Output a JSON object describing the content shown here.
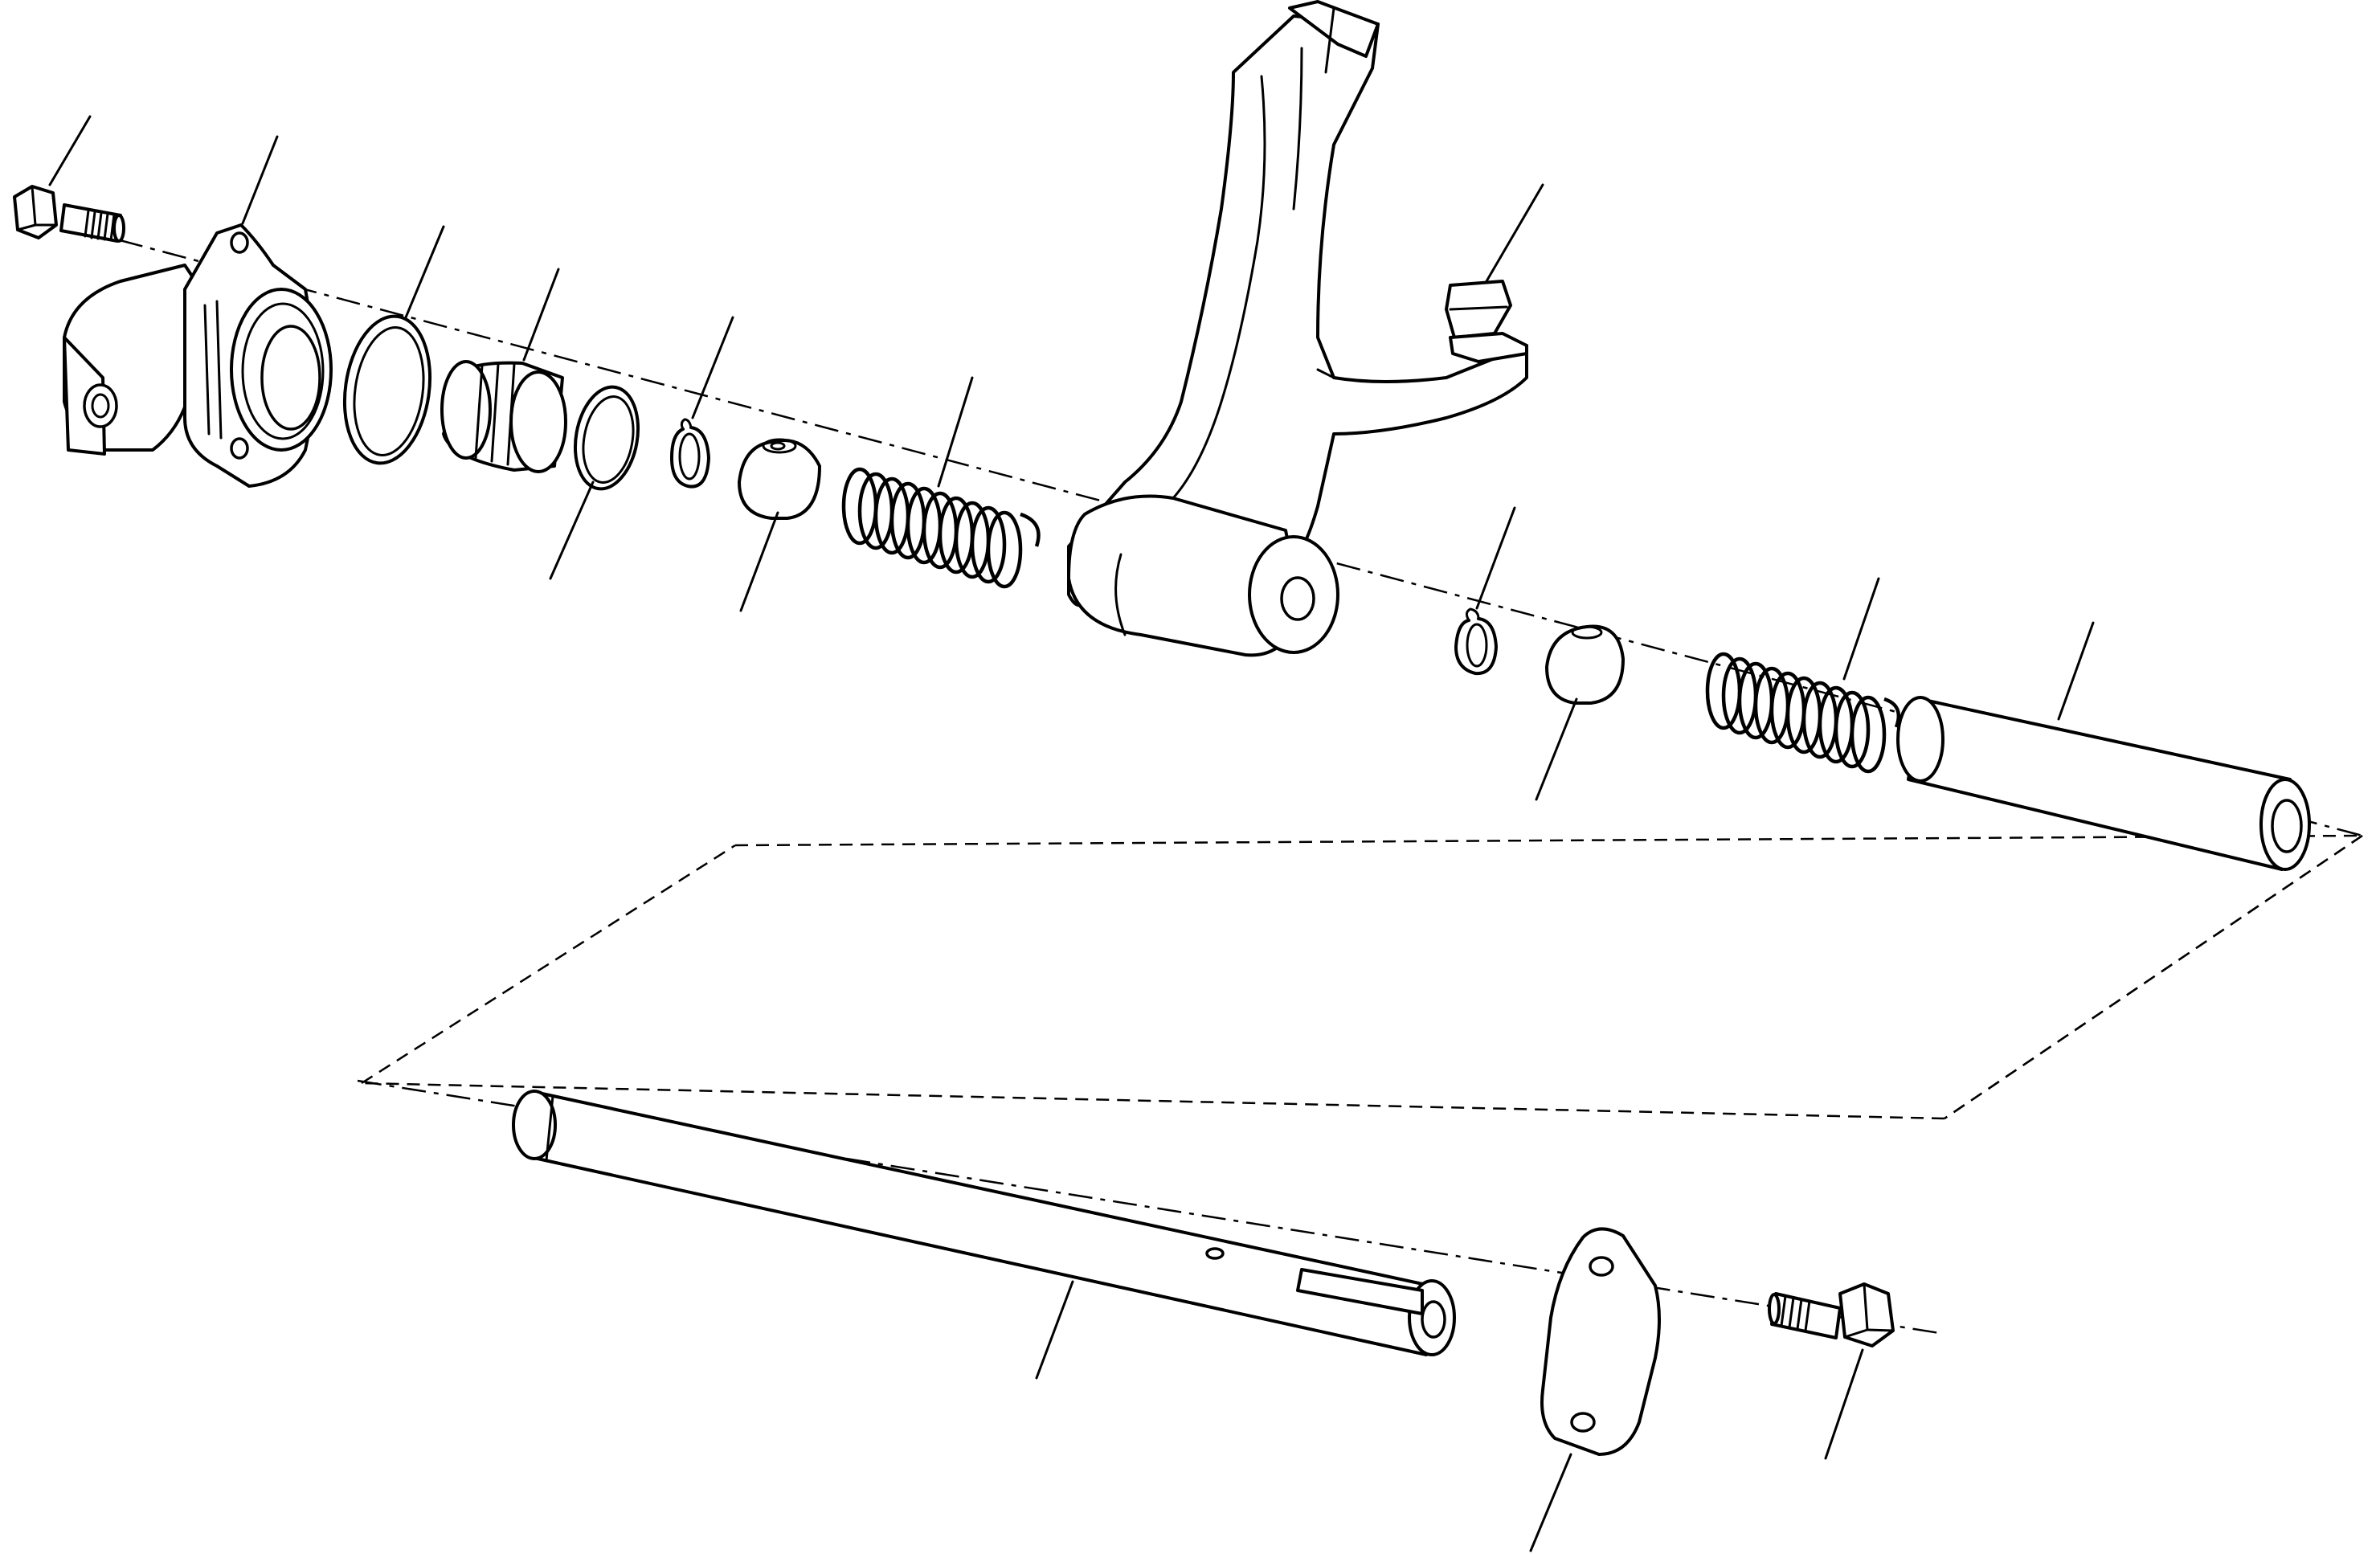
{
  "diagram": {
    "type": "exploded-parts-drawing",
    "stroke_color": "#000000",
    "background_color": "#ffffff",
    "parts": [
      {
        "id": "bolt-top"
      },
      {
        "id": "housing"
      },
      {
        "id": "o-ring"
      },
      {
        "id": "bush"
      },
      {
        "id": "seal-ring"
      },
      {
        "id": "circlip-left"
      },
      {
        "id": "collar-left"
      },
      {
        "id": "spring-left"
      },
      {
        "id": "shift-fork"
      },
      {
        "id": "fork-pad"
      },
      {
        "id": "circlip-right"
      },
      {
        "id": "collar-right"
      },
      {
        "id": "spring-right"
      },
      {
        "id": "sleeve"
      },
      {
        "id": "shaft"
      },
      {
        "id": "cover-plate"
      },
      {
        "id": "bolt-bottom"
      }
    ]
  }
}
